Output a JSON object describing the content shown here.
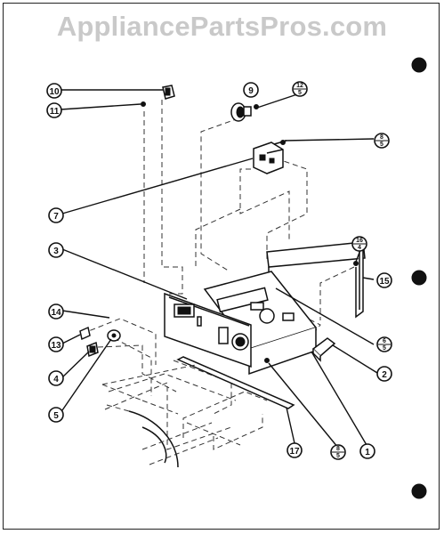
{
  "watermark": "AppliancePartsPros.com",
  "callouts": [
    {
      "id": "c10",
      "top": "10",
      "bottom": ""
    },
    {
      "id": "c11",
      "top": "11",
      "bottom": ""
    },
    {
      "id": "c9",
      "top": "9",
      "bottom": ""
    },
    {
      "id": "c12",
      "top": "12",
      "bottom": "5"
    },
    {
      "id": "c8a",
      "top": "8",
      "bottom": "5"
    },
    {
      "id": "c7",
      "top": "7",
      "bottom": ""
    },
    {
      "id": "c3",
      "top": "3",
      "bottom": ""
    },
    {
      "id": "c16",
      "top": "16",
      "bottom": "4"
    },
    {
      "id": "c15",
      "top": "15",
      "bottom": ""
    },
    {
      "id": "c14",
      "top": "14",
      "bottom": ""
    },
    {
      "id": "c13",
      "top": "13",
      "bottom": ""
    },
    {
      "id": "c6",
      "top": "6",
      "bottom": "5"
    },
    {
      "id": "c4",
      "top": "4",
      "bottom": ""
    },
    {
      "id": "c2",
      "top": "2",
      "bottom": ""
    },
    {
      "id": "c5",
      "top": "5",
      "bottom": ""
    },
    {
      "id": "c17",
      "top": "17",
      "bottom": ""
    },
    {
      "id": "c8b",
      "top": "8",
      "bottom": "5"
    },
    {
      "id": "c1",
      "top": "1",
      "bottom": ""
    }
  ]
}
